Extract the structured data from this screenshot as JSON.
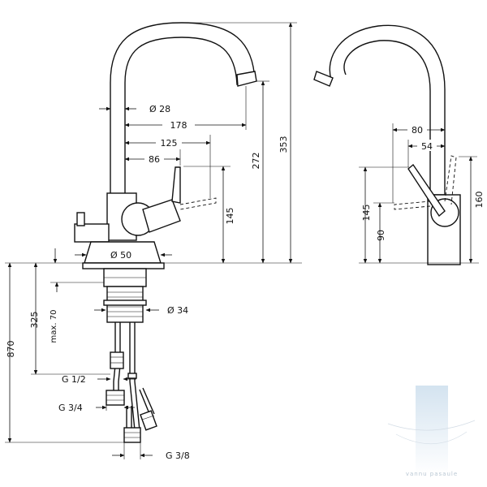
{
  "dimensions": {
    "front": {
      "dia_28": "Ø 28",
      "d178": "178",
      "d125": "125",
      "d86": "86",
      "d145": "145",
      "d272": "272",
      "d353": "353",
      "dia_50": "Ø 50",
      "dia_34": "Ø 34",
      "d325": "325",
      "max70": "max. 70",
      "d870": "870",
      "g12": "G 1/2",
      "g34": "G 3/4",
      "g38": "G 3/8"
    },
    "side": {
      "d80": "80",
      "d54": "54",
      "d160": "160",
      "d145": "145",
      "d90": "90"
    }
  },
  "watermark": {
    "text": "vannu pasaule",
    "color": "#b9c7d3",
    "bar_color": "#cfe0ee"
  }
}
